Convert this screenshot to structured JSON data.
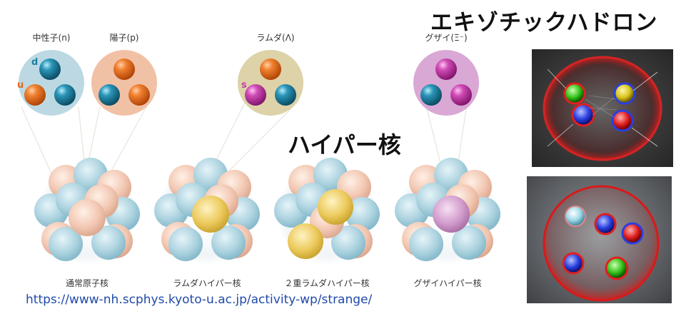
{
  "titles": {
    "exotic": "エキゾチックハドロン",
    "hyper": "ハイパー核"
  },
  "baryons": [
    {
      "label": "中性子(n)",
      "quarks": [
        "d",
        "u",
        "d"
      ]
    },
    {
      "label": "陽子(p)",
      "quarks": [
        "u",
        "u",
        "d"
      ]
    },
    {
      "label": "ラムダ(Λ)",
      "quarks": [
        "u",
        "s",
        "d"
      ]
    },
    {
      "label": "グザイ(Ξ⁻)",
      "quarks": [
        "s",
        "d",
        "s"
      ]
    }
  ],
  "quark_tags": {
    "d": "d",
    "u": "u",
    "s": "s"
  },
  "nuclei": [
    {
      "label": "通常原子核"
    },
    {
      "label": "ラムダハイパー核"
    },
    {
      "label": "２重ラムダハイパー核"
    },
    {
      "label": "グザイハイパー核"
    }
  ],
  "source_url": "https://www-nh.scphys.kyoto-u.ac.jp/activity-wp/strange/",
  "colors": {
    "u": "#e8671a",
    "d": "#1b7fa0",
    "s": "#c33fa8",
    "neutron_bg": "#bcd9e3",
    "proton_bg": "#f1c1a6",
    "lambda_bg": "#ddd2a8",
    "xi_bg": "#d9a8d5",
    "nucleon_blue": "#a9cfdc",
    "nucleon_peach": "#f0c8b3",
    "lambda_yellow": "#e9c95c",
    "xi_pink": "#cf9bc9",
    "url_blue": "#1f4aa8"
  }
}
